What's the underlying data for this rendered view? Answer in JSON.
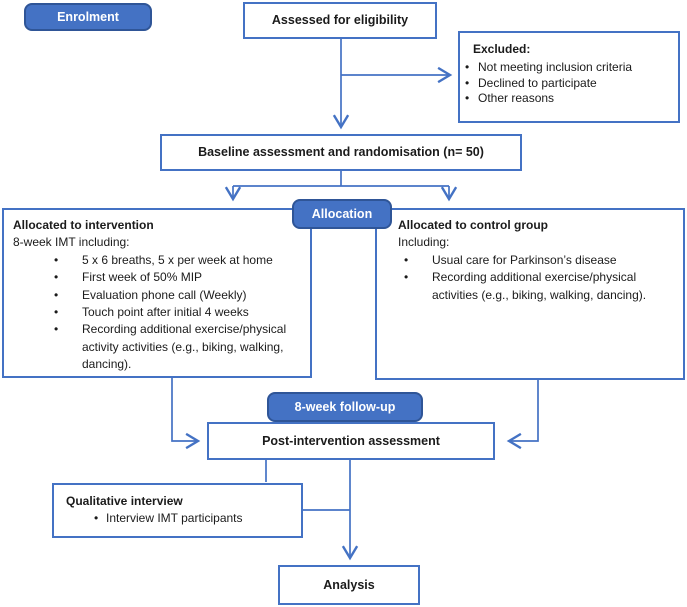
{
  "colors": {
    "accent_blue": "#4472C4",
    "pill_border_blue": "#2F5597",
    "pill_text": "#ffffff",
    "text": "#1b1b1b"
  },
  "pills": {
    "enrolment": "Enrolment",
    "allocation": "Allocation",
    "follow_up": "8-week follow-up"
  },
  "boxes": {
    "assessed": {
      "title": "Assessed for eligibility"
    },
    "excluded": {
      "title": "Excluded:",
      "items": [
        "Not meeting inclusion criteria",
        "Declined to participate",
        "Other reasons"
      ]
    },
    "baseline": {
      "title": "Baseline assessment and randomisation (n= 50)"
    },
    "intervention": {
      "title": "Allocated to intervention",
      "subtitle": "8-week IMT including:",
      "items": [
        "5 x 6 breaths, 5 x per week at home",
        "First week of 50% MIP",
        "Evaluation phone call (Weekly)",
        "Touch point after initial 4 weeks",
        "Recording additional exercise/physical activity activities (e.g., biking, walking, dancing)."
      ]
    },
    "control": {
      "title": "Allocated to control group",
      "subtitle": "Including:",
      "items": [
        "Usual care for Parkinson’s disease",
        "Recording additional exercise/physical activities (e.g., biking, walking, dancing)."
      ]
    },
    "post": {
      "title": "Post-intervention assessment"
    },
    "qualitative": {
      "title": "Qualitative interview",
      "items": [
        "Interview IMT participants"
      ]
    },
    "analysis": {
      "title": "Analysis"
    }
  }
}
